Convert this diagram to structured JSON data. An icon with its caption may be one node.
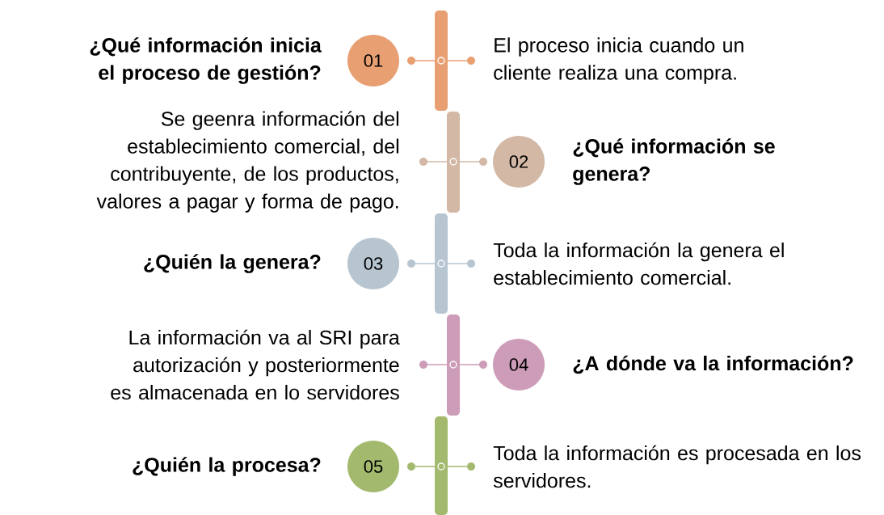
{
  "diagram": {
    "nodes": [
      {
        "text": [
          "01"
        ],
        "beside": [
          "¿Qué información inicia el proceso de gestión?"
        ]
      },
      {
        "text": [
          "02"
        ],
        "beside": [
          "¿Qué información se genera?"
        ]
      },
      {
        "text": [
          "03"
        ],
        "beside": [
          "¿Quién la genera?"
        ]
      },
      {
        "text": [
          "04"
        ],
        "beside": [
          "¿A dónde va la información?"
        ]
      },
      {
        "text": [
          "05"
        ],
        "beside": [
          "¿Quién la procesa?"
        ]
      }
    ],
    "labels": [
      "El proceso inicia cuando un cliente realiza una compra.",
      "Se geenra información del establecimiento comercial, del contribuyente, de los productos, valores a pagar y forma de pago.",
      "Toda la información la genera el establecimiento comercial.",
      "La información va al SRI para autorización y posteriormente es almacenada en lo servidores",
      "Toda la información es procesada en los servidores."
    ]
  }
}
